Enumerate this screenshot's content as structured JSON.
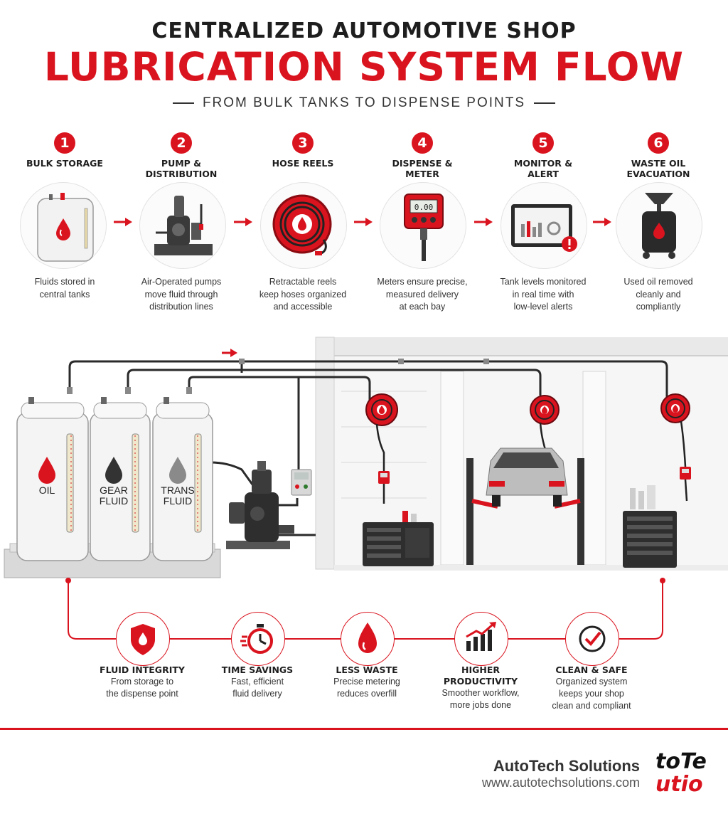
{
  "header": {
    "title_line1": "CENTRALIZED AUTOMOTIVE SHOP",
    "title_line2": "LUBRICATION SYSTEM FLOW",
    "subtitle": "FROM BULK TANKS TO DISPENSE POINTS"
  },
  "steps": [
    {
      "number": "1",
      "title": "BULK STORAGE",
      "desc_lines": [
        "Fluids stored in",
        "central tanks"
      ],
      "icon": "storage-tank-icon"
    },
    {
      "number": "2",
      "title_lines": [
        "PUMP &",
        "DISTRIBUTION"
      ],
      "desc_lines": [
        "Air-Operated pumps",
        "move fluid through",
        "distribution lines"
      ],
      "icon": "pump-icon"
    },
    {
      "number": "3",
      "title": "HOSE REELS",
      "desc_lines": [
        "Retractable reels",
        "keep hoses organized",
        "and accessible"
      ],
      "icon": "hose-reel-icon"
    },
    {
      "number": "4",
      "title_lines": [
        "DISPENSE &",
        "METER"
      ],
      "desc_lines": [
        "Meters ensure precise,",
        "measured delivery",
        "at each bay"
      ],
      "icon": "meter-icon",
      "meter_reading": "0.00"
    },
    {
      "number": "5",
      "title_lines": [
        "MONITOR &",
        "ALERT"
      ],
      "desc_lines": [
        "Tank levels monitored",
        "in real time with",
        "low-level alerts"
      ],
      "icon": "monitor-alert-icon"
    },
    {
      "number": "6",
      "title_lines": [
        "WASTE OIL",
        "EVACUATION"
      ],
      "desc_lines": [
        "Used oil removed",
        "cleanly and",
        "compliantly"
      ],
      "icon": "waste-oil-drain-icon"
    }
  ],
  "tanks": [
    {
      "label_lines": [
        "OIL"
      ],
      "drop_color": "#d9141f"
    },
    {
      "label_lines": [
        "GEAR",
        "FLUID"
      ],
      "drop_color": "#333333"
    },
    {
      "label_lines": [
        "TRANS",
        "FLUID"
      ],
      "drop_color": "#888888"
    }
  ],
  "benefits": [
    {
      "title_lines": [
        "FLUID INTEGRITY"
      ],
      "desc_lines": [
        "From storage to",
        "the dispense point"
      ],
      "icon": "shield-drop-icon"
    },
    {
      "title_lines": [
        "TIME SAVINGS"
      ],
      "desc_lines": [
        "Fast, efficient",
        "fluid delivery"
      ],
      "icon": "stopwatch-icon"
    },
    {
      "title_lines": [
        "LESS WASTE"
      ],
      "desc_lines": [
        "Precise metering",
        "reduces overfill"
      ],
      "icon": "drop-icon"
    },
    {
      "title_lines": [
        "HIGHER",
        "PRODUCTIVITY"
      ],
      "desc_lines": [
        "Smoother workflow,",
        "more jobs done"
      ],
      "icon": "growth-chart-icon"
    },
    {
      "title_lines": [
        "CLEAN & SAFE"
      ],
      "desc_lines": [
        "Organized system",
        "keeps your shop",
        "clean and compliant"
      ],
      "icon": "checkmark-icon"
    }
  ],
  "footer": {
    "company": "AutoTech Solutions",
    "url": "www.autotechsolutions.com",
    "logo_text_line1": "toTe",
    "logo_text_line2": "utio"
  },
  "colors": {
    "accent": "#d9141f",
    "dark": "#1e1e1e",
    "pipe": "#2a2a2a"
  }
}
